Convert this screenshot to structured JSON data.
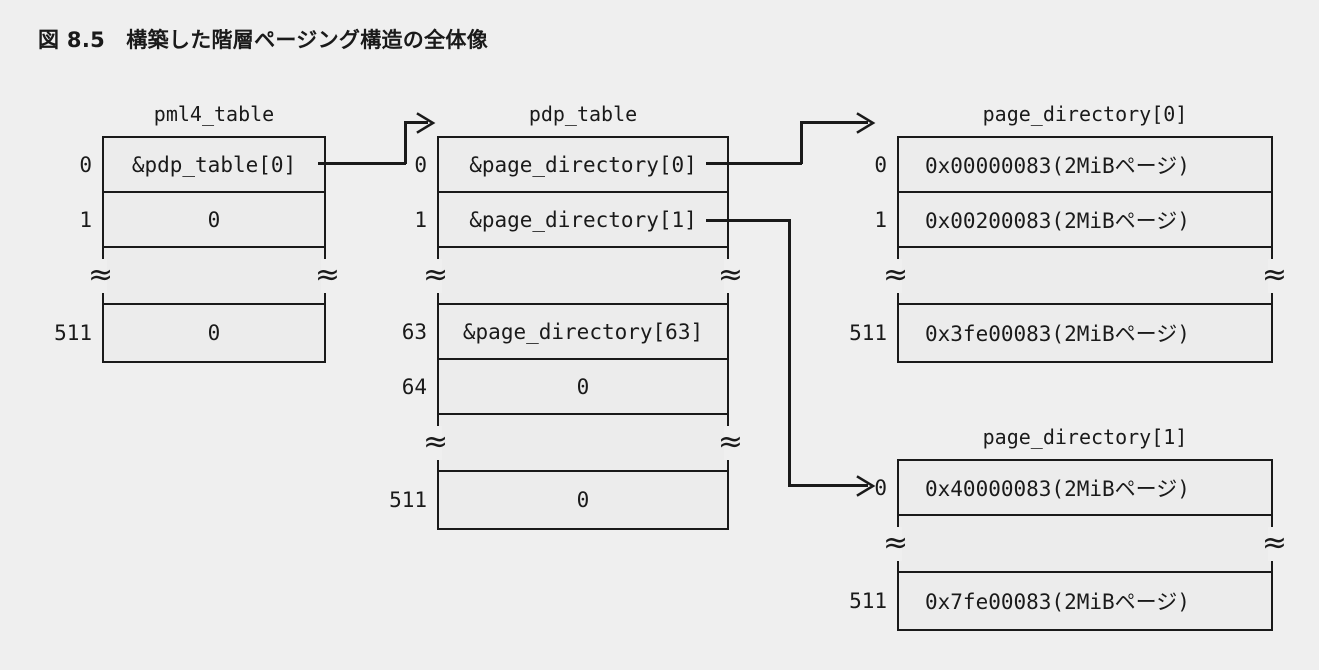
{
  "figure": {
    "title": "図 8.5　構築した階層ページング構造の全体像"
  },
  "tables": {
    "pml4": {
      "caption": "pml4_table",
      "rows": [
        {
          "index": "0",
          "value": "&pdp_table[0]"
        },
        {
          "index": "1",
          "value": "0"
        },
        {
          "index": "",
          "value": ""
        },
        {
          "index": "511",
          "value": "0"
        }
      ]
    },
    "pdp": {
      "caption": "pdp_table",
      "rows": [
        {
          "index": "0",
          "value": "&page_directory[0]"
        },
        {
          "index": "1",
          "value": "&page_directory[1]"
        },
        {
          "index": "",
          "value": ""
        },
        {
          "index": "63",
          "value": "&page_directory[63]"
        },
        {
          "index": "64",
          "value": "0"
        },
        {
          "index": "",
          "value": ""
        },
        {
          "index": "511",
          "value": "0"
        }
      ]
    },
    "pd0": {
      "caption": "page_directory[0]",
      "rows": [
        {
          "index": "0",
          "value": "0x00000083(2MiBページ)"
        },
        {
          "index": "1",
          "value": "0x00200083(2MiBページ)"
        },
        {
          "index": "",
          "value": ""
        },
        {
          "index": "511",
          "value": "0x3fe00083(2MiBページ)"
        }
      ]
    },
    "pd1": {
      "caption": "page_directory[1]",
      "rows": [
        {
          "index": "0",
          "value": "0x40000083(2MiBページ)"
        },
        {
          "index": "",
          "value": ""
        },
        {
          "index": "511",
          "value": "0x7fe00083(2MiBページ)"
        }
      ]
    }
  },
  "break_glyph": "≈",
  "colors": {
    "background": "#efefef",
    "cell_fill": "#ececec",
    "line": "#1a1a1a"
  }
}
